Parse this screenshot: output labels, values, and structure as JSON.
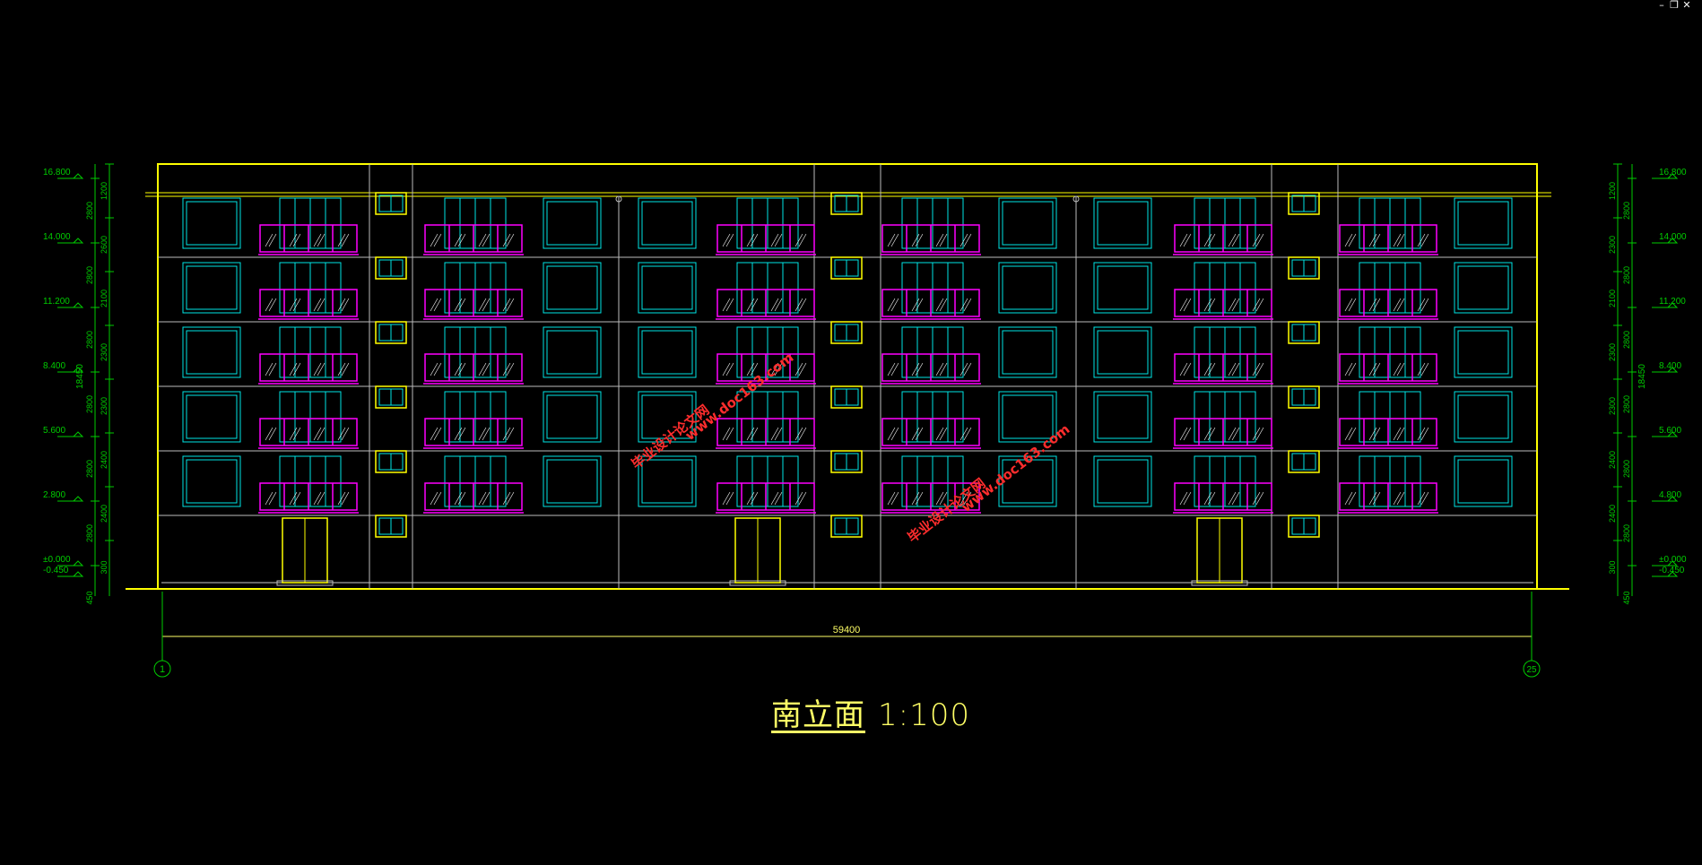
{
  "window_controls": {
    "minimize": "–",
    "restore": "❐",
    "close": "✕"
  },
  "drawing": {
    "title": "南立面",
    "scale": "1:100",
    "overall_dimension": "59400",
    "grid_start": "1",
    "grid_end": "25"
  },
  "left_elevations": [
    "16.800",
    "14.000",
    "11.200",
    "8.400",
    "5.600",
    "2.800",
    "±0.000",
    "-0.450"
  ],
  "right_elevations": [
    "16.800",
    "14.000",
    "11.200",
    "8.400",
    "5.600",
    "4.800",
    "±0.000",
    "-0.450"
  ],
  "left_dims_inner": [
    "1200",
    "2600",
    "2100",
    "2300",
    "2300",
    "2400",
    "2400",
    "300"
  ],
  "left_dims_mid": [
    "2800",
    "2800",
    "2800",
    "2800",
    "2800",
    "2800",
    "450"
  ],
  "right_dims_inner": [
    "1200",
    "2300",
    "2100",
    "2300",
    "2300",
    "2400",
    "2400",
    "300"
  ],
  "right_dims_mid": [
    "2800",
    "2800",
    "2800",
    "2800",
    "2800",
    "2800",
    "450"
  ],
  "total_height": "18450",
  "watermarks": [
    "毕业设计论文网",
    "www.doc163.com"
  ],
  "colors": {
    "background": "#000000",
    "wall": "#ffff00",
    "window": "#00e5e5",
    "balcony": "#ff00ff",
    "dimension": "#00cc00",
    "annotation": "#ffff66",
    "watermark": "#ff2d2d"
  }
}
